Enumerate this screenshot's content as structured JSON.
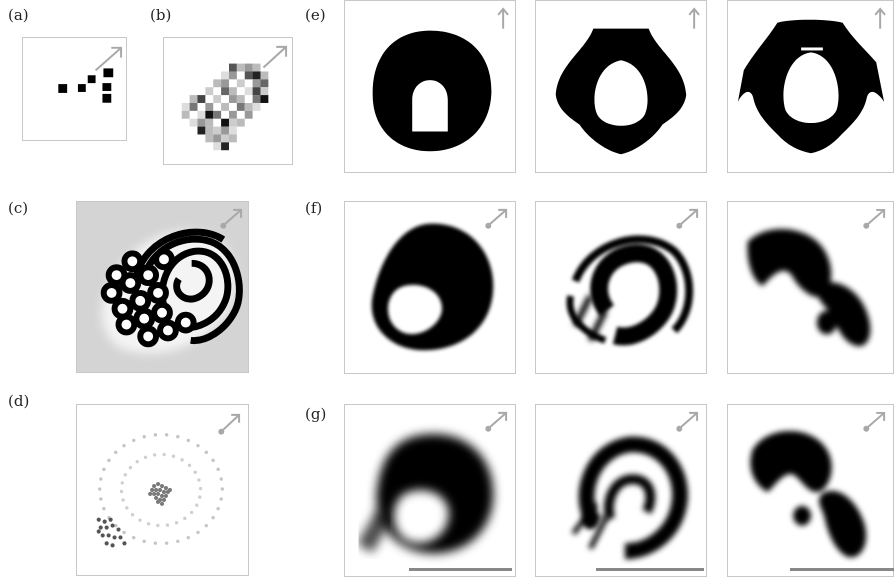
{
  "labels": {
    "a": "(a)",
    "b": "(b)",
    "c": "(c)",
    "d": "(d)",
    "e": "(e)",
    "f": "(f)",
    "g": "(g)"
  },
  "colors": {
    "ink": "#000000",
    "frame": "#c8c8c8",
    "arrow": "#a8a8a8",
    "scalebar": "#888888",
    "panel_c_bg": "#d6d6d6"
  },
  "icons": {
    "direction": "diagonal-arrow-icon",
    "orbit_direction": "dot-arrow-icon"
  }
}
